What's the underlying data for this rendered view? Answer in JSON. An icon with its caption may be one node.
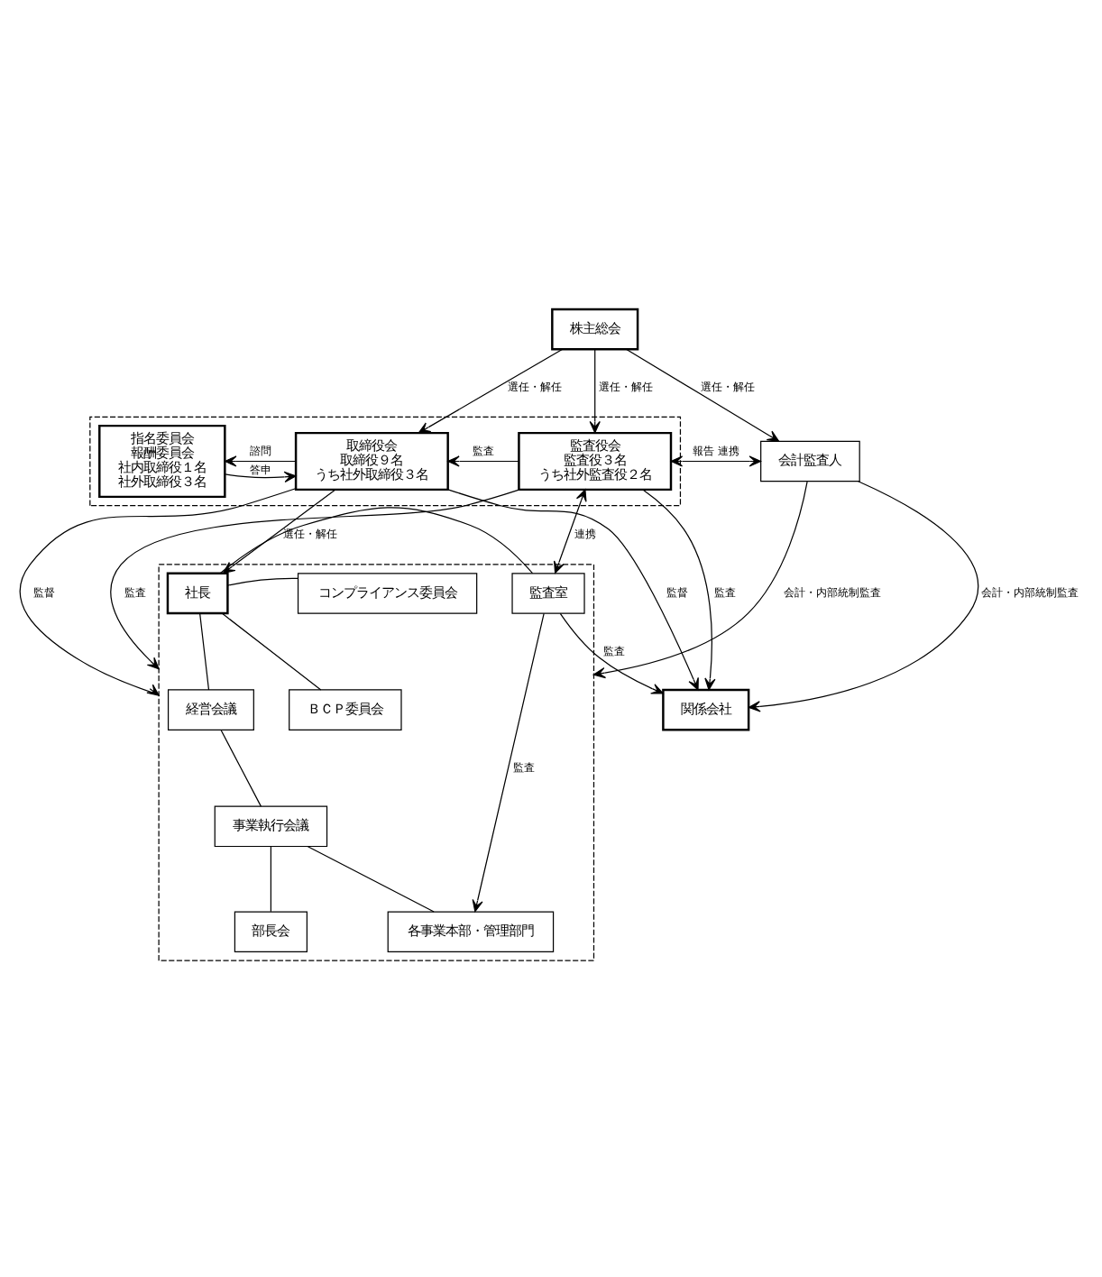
{
  "diagram": {
    "nodes": [
      {
        "text": [
          "株主総会"
        ]
      },
      {
        "text": [
          "会計監査人"
        ]
      },
      {
        "text": [],
        "shape": "box"
      },
      {
        "text": [
          "監査役会",
          "監査役３名",
          "うち社外監査役２名"
        ],
        "in": 2
      },
      {
        "text": [
          "取締役会",
          "取締役９名",
          "うち社外取締役３名"
        ],
        "in": 2
      },
      {
        "text": [
          "指名委員会",
          "報酬委員会",
          "社内取締役１名",
          "社外取締役３名"
        ],
        "in": 2
      },
      {
        "text": [],
        "shape": "box"
      },
      {
        "text": [
          "監査室"
        ],
        "in": 6
      },
      {
        "text": [
          "社長"
        ],
        "in": 6
      },
      {
        "text": [
          "コンプライアンス委員会"
        ],
        "in": 6
      },
      {
        "text": [
          "ＢＣＰ委員会"
        ],
        "in": 6
      },
      {
        "text": [
          "経営会議"
        ],
        "in": 6
      },
      {
        "text": [
          "事業執行会議"
        ],
        "in": 6
      },
      {
        "text": [
          "部長会"
        ],
        "in": 6
      },
      {
        "text": [
          "各事業本部・管理部門"
        ],
        "in": 6
      },
      {
        "text": [
          "関係会社"
        ]
      }
    ],
    "edges": [
      {
        "from": 0,
        "to": 1,
        "arrow": "to",
        "label": "選任・解任"
      },
      {
        "from": 0,
        "to": 3,
        "arrow": "to",
        "label": "選任・解任"
      },
      {
        "from": 0,
        "to": 4,
        "arrow": "to",
        "label": "選任・解任"
      },
      {
        "from": 1,
        "to": 3,
        "arrow": "both",
        "label": "報告 連携"
      },
      {
        "from": 3,
        "to": 4,
        "arrow": "to",
        "label": "監査"
      },
      {
        "from": 4,
        "to": 5,
        "arrow": "to",
        "label": "諮問"
      },
      {
        "from": 5,
        "to": 4,
        "arrow": "to",
        "label": "答申"
      },
      {
        "from": 3,
        "to": 6,
        "arrow": "to",
        "label": "監査"
      },
      {
        "from": 4,
        "to": 6,
        "arrow": "to",
        "label": "監督"
      },
      {
        "from": 3,
        "to": 7,
        "arrow": "both",
        "label": "連携"
      },
      {
        "from": 4,
        "to": 8,
        "arrow": "to",
        "label": "選任・解任"
      },
      {
        "from": 7,
        "to": 8,
        "arrow": "none"
      },
      {
        "from": 8,
        "to": 9,
        "arrow": "none"
      },
      {
        "from": 8,
        "to": 10,
        "arrow": "none"
      },
      {
        "from": 8,
        "to": 11,
        "arrow": "none"
      },
      {
        "from": 11,
        "to": 12,
        "arrow": "none"
      },
      {
        "from": 12,
        "to": 13,
        "arrow": "none"
      },
      {
        "from": 12,
        "to": 14,
        "arrow": "none"
      },
      {
        "from": 7,
        "to": 14,
        "arrow": "to",
        "label": "監査"
      },
      {
        "from": 1,
        "to": 6,
        "arrow": "to",
        "label": "会計・内部統制監査"
      },
      {
        "from": 7,
        "to": 15,
        "arrow": "to",
        "label": "監査"
      },
      {
        "from": 3,
        "to": 15,
        "arrow": "to",
        "label": "監査"
      },
      {
        "from": 1,
        "to": 15,
        "arrow": "to",
        "label": "会計・内部統制監査"
      },
      {
        "from": 4,
        "to": 15,
        "arrow": "to",
        "label": "監督"
      }
    ]
  }
}
